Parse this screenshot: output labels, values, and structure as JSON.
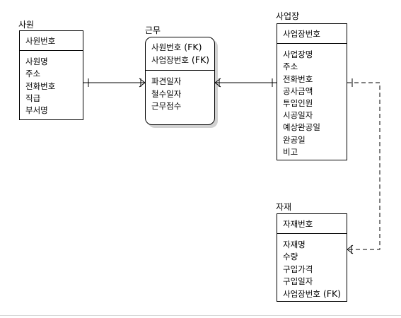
{
  "diagram": {
    "entities": {
      "employee": {
        "title": "사원",
        "key": "사원번호",
        "attributes": [
          "사원명",
          "주소",
          "전화번호",
          "직급",
          "부서명"
        ]
      },
      "work": {
        "title": "근무",
        "keys": [
          {
            "name": "사원번호",
            "suffix": " (FK)"
          },
          {
            "name": "사업장번호",
            "suffix": " (FK)"
          }
        ],
        "attributes": [
          "파견일자",
          "철수일자",
          "근무점수"
        ]
      },
      "site": {
        "title": "사업장",
        "key": "사업장번호",
        "attributes": [
          "사업장명",
          "주소",
          "전화번호",
          "공사금액",
          "투입인원",
          "시공일자",
          "예상완공일",
          "완공일",
          "비고"
        ]
      },
      "material": {
        "title": "자재",
        "key": "자재번호",
        "attributes": [
          "자재명",
          "수량",
          "구입가격",
          "구입일자"
        ],
        "fk_attribute": {
          "name": "사업장번호",
          "suffix": " (FK)"
        }
      }
    },
    "relationships": [
      {
        "from": "사원",
        "to": "근무",
        "style": "solid"
      },
      {
        "from": "사업장",
        "to": "근무",
        "style": "solid"
      },
      {
        "from": "사업장",
        "to": "자재",
        "style": "dashed"
      }
    ]
  }
}
